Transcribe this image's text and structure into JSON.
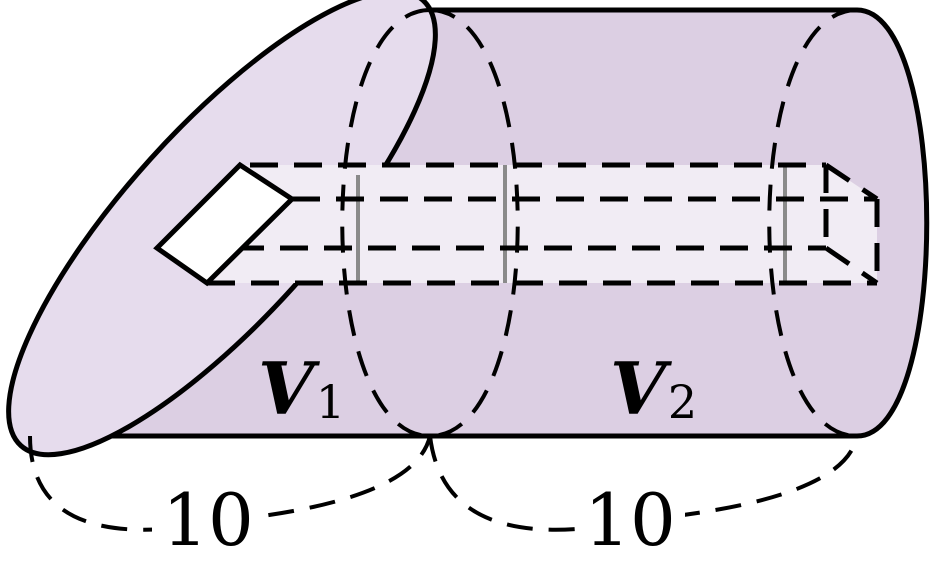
{
  "labels": {
    "v1_symbol": "V",
    "v1_sub": "1",
    "v2_symbol": "V",
    "v2_sub": "2",
    "length_left": "10",
    "length_right": "10"
  },
  "colors": {
    "body_fill": "#dccfe3",
    "end_fill": "#e6dced",
    "hole_fill": "#f1ecf4",
    "stroke": "#000000",
    "hidden_section": "#8a8a8a"
  }
}
